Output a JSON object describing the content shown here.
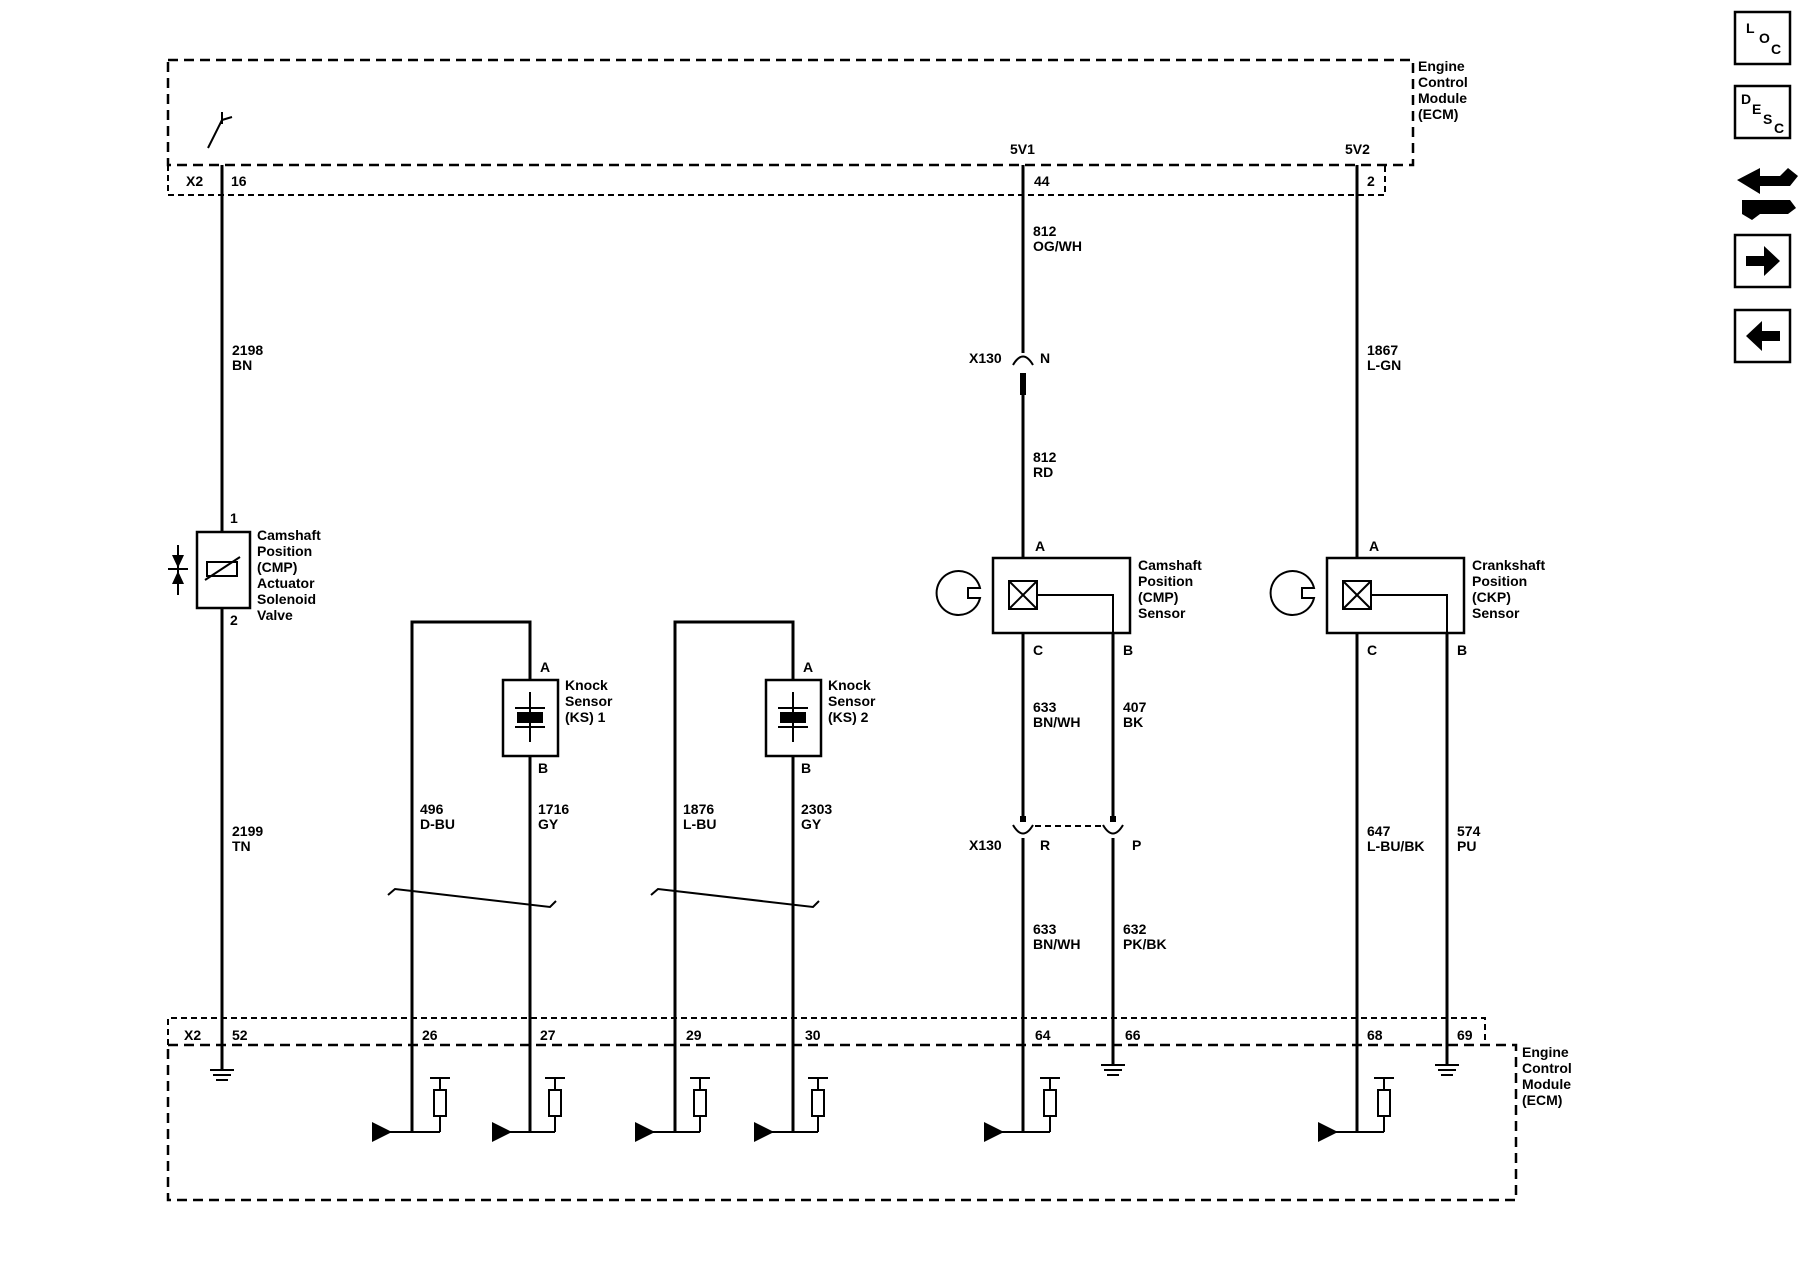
{
  "ecm": {
    "lines": [
      "Engine",
      "Control",
      "Module",
      "(ECM)"
    ]
  },
  "top": {
    "x2_label": "X2",
    "pin16": "16",
    "ref_5v1": "5V1",
    "pin44": "44",
    "ref_5v2": "5V2",
    "pin2": "2"
  },
  "wires": {
    "w2198": {
      "num": "2198",
      "color": "BN"
    },
    "w2199": {
      "num": "2199",
      "color": "TN"
    },
    "w812_top": {
      "num": "812",
      "color": "OG/WH"
    },
    "w812_bot": {
      "num": "812",
      "color": "RD"
    },
    "w1867": {
      "num": "1867",
      "color": "L-GN"
    },
    "w633_a": {
      "num": "633",
      "color": "BN/WH"
    },
    "w407": {
      "num": "407",
      "color": "BK"
    },
    "w633_b": {
      "num": "633",
      "color": "BN/WH"
    },
    "w632": {
      "num": "632",
      "color": "PK/BK"
    },
    "w647": {
      "num": "647",
      "color": "L-BU/BK"
    },
    "w574": {
      "num": "574",
      "color": "PU"
    },
    "w496": {
      "num": "496",
      "color": "D-BU"
    },
    "w1716": {
      "num": "1716",
      "color": "GY"
    },
    "w1876": {
      "num": "1876",
      "color": "L-BU"
    },
    "w2303": {
      "num": "2303",
      "color": "GY"
    }
  },
  "connectors": {
    "x130_top": {
      "name": "X130",
      "pin": "N"
    },
    "x130_bot": {
      "name": "X130",
      "pin_r": "R",
      "pin_p": "P"
    }
  },
  "components": {
    "cmp_actuator": {
      "lines": [
        "Camshaft",
        "Position",
        "(CMP)",
        "Actuator",
        "Solenoid",
        "Valve"
      ],
      "pin1": "1",
      "pin2": "2"
    },
    "ks1": {
      "lines": [
        "Knock",
        "Sensor",
        "(KS) 1"
      ],
      "pin_a": "A",
      "pin_b": "B"
    },
    "ks2": {
      "lines": [
        "Knock",
        "Sensor",
        "(KS) 2"
      ],
      "pin_a": "A",
      "pin_b": "B"
    },
    "cmp_sensor": {
      "lines": [
        "Camshaft",
        "Position",
        "(CMP)",
        "Sensor"
      ],
      "pin_a": "A",
      "pin_b": "B",
      "pin_c": "C"
    },
    "ckp_sensor": {
      "lines": [
        "Crankshaft",
        "Position",
        "(CKP)",
        "Sensor"
      ],
      "pin_a": "A",
      "pin_b": "B",
      "pin_c": "C"
    }
  },
  "bottom": {
    "x2_label": "X2",
    "pins": [
      "52",
      "26",
      "27",
      "29",
      "30",
      "64",
      "66",
      "68",
      "69"
    ]
  },
  "nav": {
    "loc": {
      "l": "L",
      "o": "O",
      "c": "C"
    },
    "desc": {
      "d": "D",
      "e": "E",
      "s": "S",
      "c": "C"
    },
    "icons": [
      "loc-icon",
      "desc-icon",
      "connector-tool-icon",
      "arrow-right-icon",
      "arrow-left-icon"
    ]
  }
}
